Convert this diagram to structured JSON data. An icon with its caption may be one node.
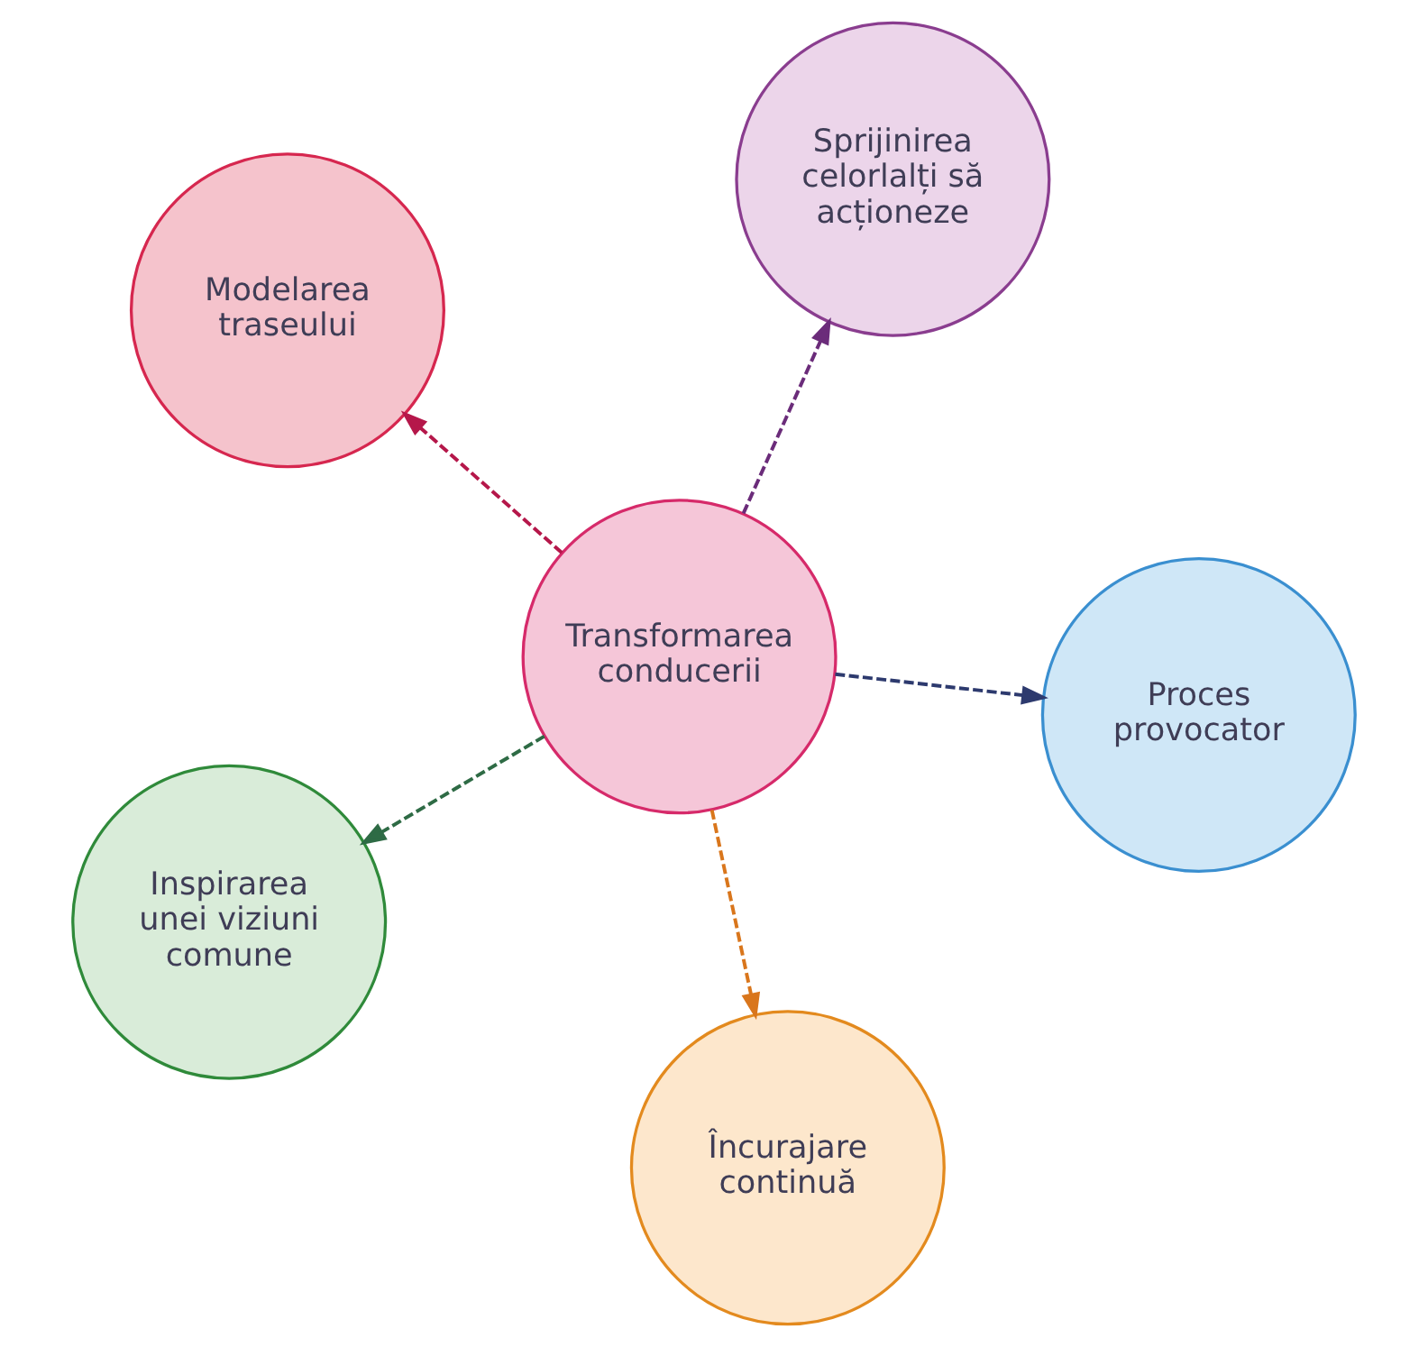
{
  "diagram": {
    "nodes": [
      {
        "text": [
          "Modelarea traseului"
        ]
      },
      {
        "text": [
          "Proces provocator"
        ]
      },
      {
        "text": [
          "Încurajare continuă"
        ]
      },
      {
        "text": [
          "Transformarea conducerii"
        ]
      },
      {
        "text": [
          "Sprijinirea celorlalți să acționeze"
        ]
      },
      {
        "text": [
          "Inspirarea unei viziuni comune"
        ]
      }
    ],
    "edges": [
      {
        "from": 3,
        "to": 0,
        "arrow": "to",
        "style": "dashed",
        "color": "#b5174a"
      },
      {
        "from": 3,
        "to": 1,
        "arrow": "to",
        "style": "dashed",
        "color": "#2d3a6e"
      },
      {
        "from": 3,
        "to": 2,
        "arrow": "to",
        "style": "dashed",
        "color": "#d9761c"
      },
      {
        "from": 3,
        "to": 4,
        "arrow": "to",
        "style": "dashed",
        "color": "#6b2c7a"
      },
      {
        "from": 3,
        "to": 5,
        "arrow": "to",
        "style": "dashed",
        "color": "#2e6b45"
      }
    ]
  }
}
